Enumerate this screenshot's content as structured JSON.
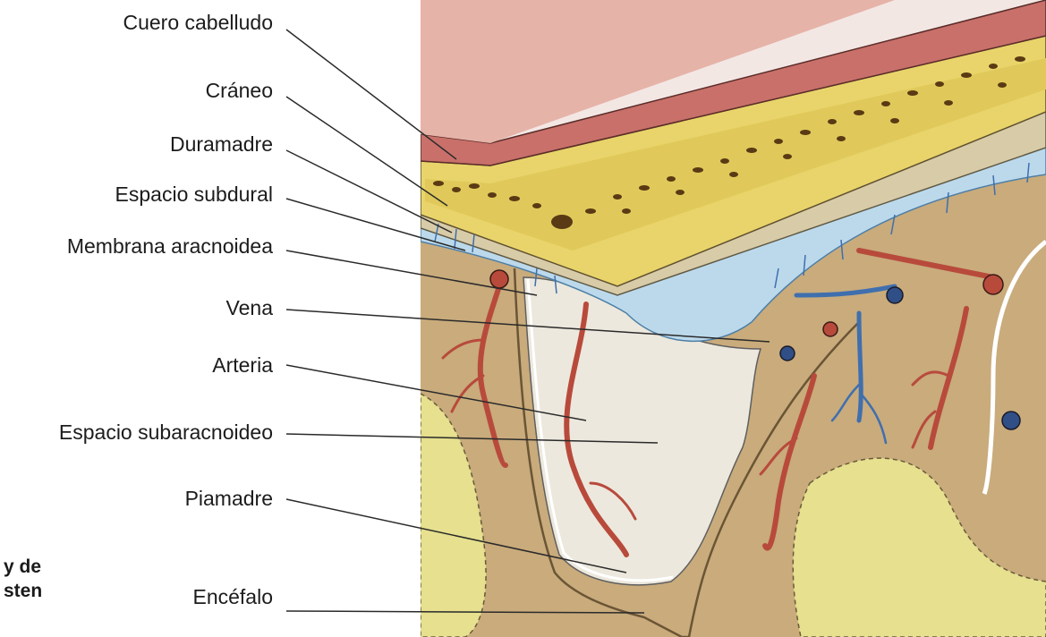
{
  "labels": {
    "cuero_cabelludo": "Cuero cabelludo",
    "craneo": "Cráneo",
    "duramadre": "Duramadre",
    "espacio_subdural": "Espacio subdural",
    "membrana_aracnoidea": "Membrana aracnoidea",
    "vena": "Vena",
    "arteria": "Arteria",
    "espacio_subaracnoideo": "Espacio subaracnoideo",
    "piamadre": "Piamadre",
    "encefalo": "Encéfalo"
  },
  "margin_text": {
    "line1": "y de",
    "line2": "sten"
  },
  "colors": {
    "scalp": "#c9706a",
    "scalp_top": "#e6b3a8",
    "skull": "#e8d46a",
    "skull_dots": "#5a3a14",
    "dura": "#cfc2a2",
    "subdural": "#bcd9ec",
    "brain": "#c9ab7c",
    "gyrus_yellow": "#e6e08f",
    "subarachnoid": "#ece8dd",
    "artery": "#b84a3c",
    "vein": "#3f6fae",
    "leader": "#2a2a2a"
  }
}
